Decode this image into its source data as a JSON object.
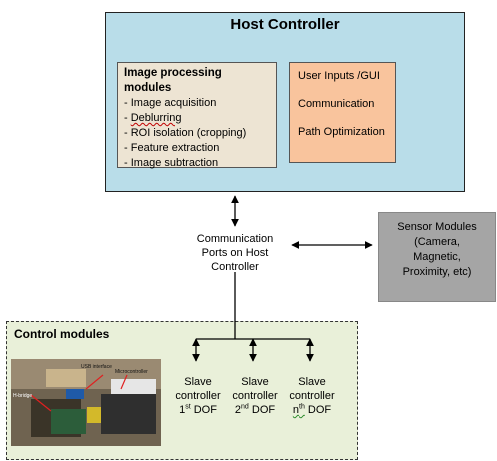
{
  "host_controller": {
    "title": "Host Controller",
    "image_processing": {
      "title": "Image processing modules",
      "items": [
        "Image acquisition",
        "Deblurring",
        "ROI isolation (cropping)",
        "Feature extraction",
        "Image subtraction"
      ]
    },
    "functions": [
      "User Inputs /GUI",
      "Communication",
      "Path Optimization"
    ]
  },
  "communication_ports": {
    "lines": [
      "Communication",
      "Ports on Host",
      "Controller"
    ]
  },
  "sensor_modules": {
    "lines": [
      "Sensor Modules",
      "(Camera,",
      "Magnetic,",
      "Proximity, etc)"
    ]
  },
  "control_modules": {
    "title": "Control modules",
    "photo_labels": {
      "usb": "USB interface",
      "micro": "Microcontroller",
      "hbridge": "H-bridge"
    },
    "slaves": [
      {
        "line1": "Slave",
        "line2": "controller",
        "num": "1",
        "sup": "st",
        "dof": " DOF"
      },
      {
        "line1": "Slave",
        "line2": "controller",
        "num": "2",
        "sup": "nd",
        "dof": " DOF"
      },
      {
        "line1": "Slave",
        "line2": "controller",
        "num": "n",
        "sup": "th",
        "dof": " DOF"
      }
    ]
  },
  "colors": {
    "host_fill": "#b9dde9",
    "image_box_fill": "#ede4d3",
    "io_box_fill": "#f9c49d",
    "sensor_fill": "#a5a5a5",
    "control_fill": "#e9f0d9"
  }
}
